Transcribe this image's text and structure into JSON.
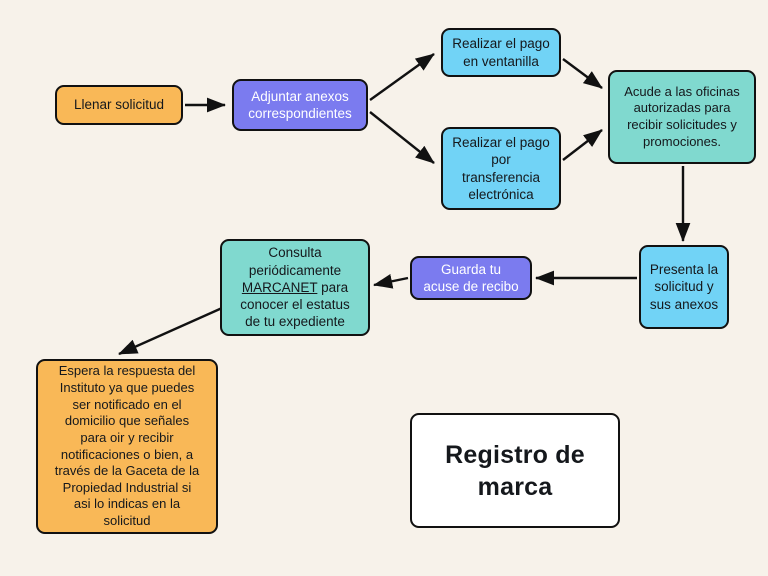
{
  "diagram": {
    "title_card": "Registro de marca",
    "background_color": "#f7f2ea",
    "nodes": [
      {
        "id": "llenar-solicitud",
        "label": "Llenar solicitud",
        "color": "#f9b857",
        "shape": "rounded-rectangle"
      },
      {
        "id": "adjuntar-anexos",
        "label": "Adjuntar anexos\ncorrespondientes",
        "color": "#7b7bef",
        "shape": "rounded-rectangle"
      },
      {
        "id": "pago-ventanilla",
        "label": "Realizar el pago\nen ventanilla",
        "color": "#71d3f6",
        "shape": "rounded-rectangle"
      },
      {
        "id": "pago-transferencia",
        "label": "Realizar el pago\npor\ntransferencia\nelectrónica",
        "color": "#71d3f6",
        "shape": "rounded-rectangle"
      },
      {
        "id": "acude-oficinas",
        "label": "Acude a las oficinas\nautorizadas para\nrecibir solicitudes y\npromociones.",
        "color": "#80d9cf",
        "shape": "rounded-rectangle"
      },
      {
        "id": "presenta-solicitud",
        "label": "Presenta la\nsolicitud y\nsus anexos",
        "color": "#71d3f6",
        "shape": "rounded-rectangle"
      },
      {
        "id": "guarda-acuse",
        "label": "Guarda tu\nacuse de recibo",
        "color": "#7b7bef",
        "shape": "rounded-rectangle"
      },
      {
        "id": "consulta-marcanet",
        "label_line1": "Consulta",
        "label_line2": "periódicamente",
        "label_link": "MARCANET",
        "label_after_link": " para",
        "label_line4": "conocer el estatus",
        "label_line5": "de tu expediente",
        "color": "#80d9cf",
        "shape": "rounded-rectangle"
      },
      {
        "id": "espera-respuesta",
        "label": "Espera la respuesta del\nInstituto ya que puedes\nser notificado en el\ndomicilio que señales\npara oir y recibir\nnotificaciones o bien, a\ntravés de la Gaceta de la\nPropiedad Industrial si\nasi lo indicas en la\nsolicitud",
        "color": "#f9b857",
        "shape": "rounded-rectangle"
      }
    ],
    "edges": [
      {
        "from": "llenar-solicitud",
        "to": "adjuntar-anexos",
        "style": "straight-arrow"
      },
      {
        "from": "adjuntar-anexos",
        "to": "pago-ventanilla",
        "style": "diagonal-arrow"
      },
      {
        "from": "adjuntar-anexos",
        "to": "pago-transferencia",
        "style": "diagonal-arrow"
      },
      {
        "from": "pago-ventanilla",
        "to": "acude-oficinas",
        "style": "diagonal-arrow"
      },
      {
        "from": "pago-transferencia",
        "to": "acude-oficinas",
        "style": "diagonal-arrow"
      },
      {
        "from": "acude-oficinas",
        "to": "presenta-solicitud",
        "style": "vertical-arrow"
      },
      {
        "from": "presenta-solicitud",
        "to": "guarda-acuse",
        "style": "straight-arrow"
      },
      {
        "from": "guarda-acuse",
        "to": "consulta-marcanet",
        "style": "straight-arrow"
      },
      {
        "from": "consulta-marcanet",
        "to": "espera-respuesta",
        "style": "diagonal-arrow"
      }
    ]
  }
}
